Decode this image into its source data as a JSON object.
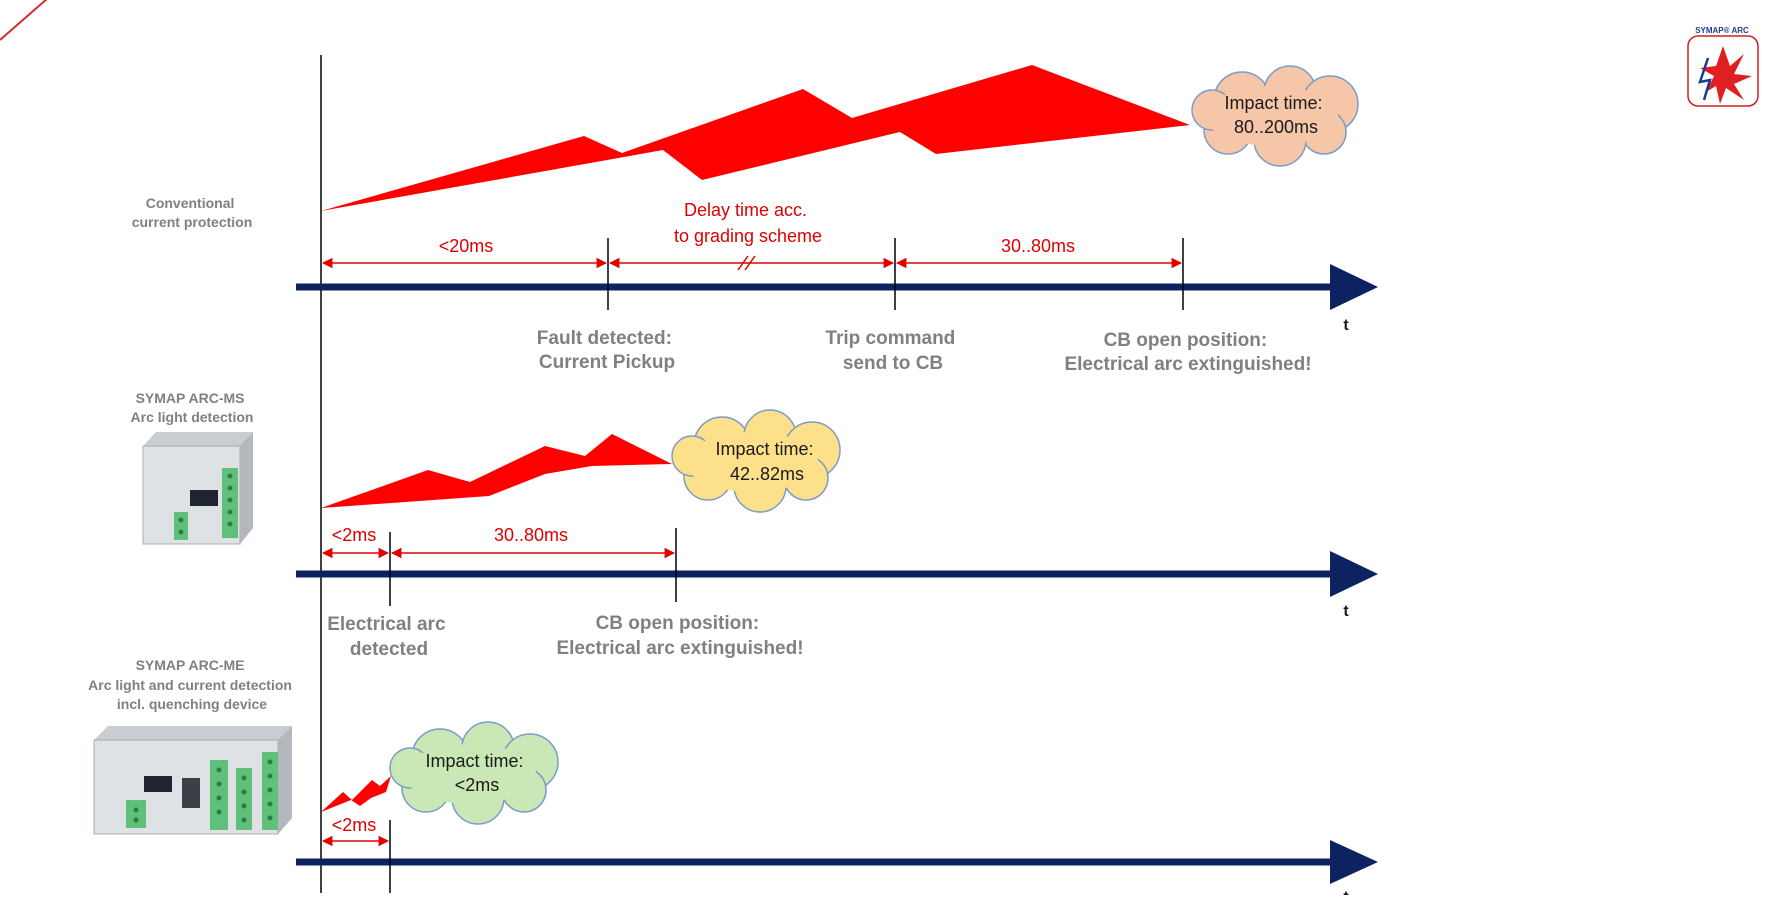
{
  "colors": {
    "timeline": "#0d2260",
    "flash": "#ff0000",
    "dim_red": "#e00000",
    "label_grey": "#808080",
    "cloud_orange": "#f6c6a8",
    "cloud_yellow": "#fde08a",
    "cloud_green": "#c9e8b6",
    "cloud_border": "#7d9bc7"
  },
  "logo": {
    "brand": "SYMAP® ARC",
    "icon": "arc-flash-logo-icon"
  },
  "rows": [
    {
      "id": "conventional",
      "title_lines": [
        "Conventional",
        "current protection"
      ],
      "image": null,
      "axis_label": "t",
      "intervals": [
        "<20ms",
        "Delay time acc.\nto grading scheme",
        "30..80ms"
      ],
      "events": [
        {
          "lines": [
            "Fault detected:",
            "Current Pickup"
          ]
        },
        {
          "lines": [
            "Trip command",
            "send to CB"
          ]
        },
        {
          "lines": [
            "CB open position:",
            "Electrical arc extinguished!"
          ]
        }
      ],
      "impact": {
        "lines": [
          "Impact time:",
          "80..200ms"
        ],
        "color": "orange"
      }
    },
    {
      "id": "arc-ms",
      "title_lines": [
        "SYMAP ARC-MS",
        "Arc light detection"
      ],
      "image": "device-ms-icon",
      "axis_label": "t",
      "intervals": [
        "<2ms",
        "30..80ms"
      ],
      "events": [
        {
          "lines": [
            "Electrical arc",
            "detected"
          ]
        },
        {
          "lines": [
            "CB open position:",
            "Electrical arc extinguished!"
          ]
        }
      ],
      "impact": {
        "lines": [
          "Impact time:",
          "42..82ms"
        ],
        "color": "yellow"
      }
    },
    {
      "id": "arc-me",
      "title_lines": [
        "SYMAP ARC-ME",
        "Arc light and current detection",
        "incl. quenching device"
      ],
      "image": "device-me-icon",
      "axis_label": "t",
      "intervals": [
        "<2ms"
      ],
      "events": [],
      "impact": {
        "lines": [
          "Impact time:",
          "<2ms"
        ],
        "color": "green"
      }
    }
  ]
}
